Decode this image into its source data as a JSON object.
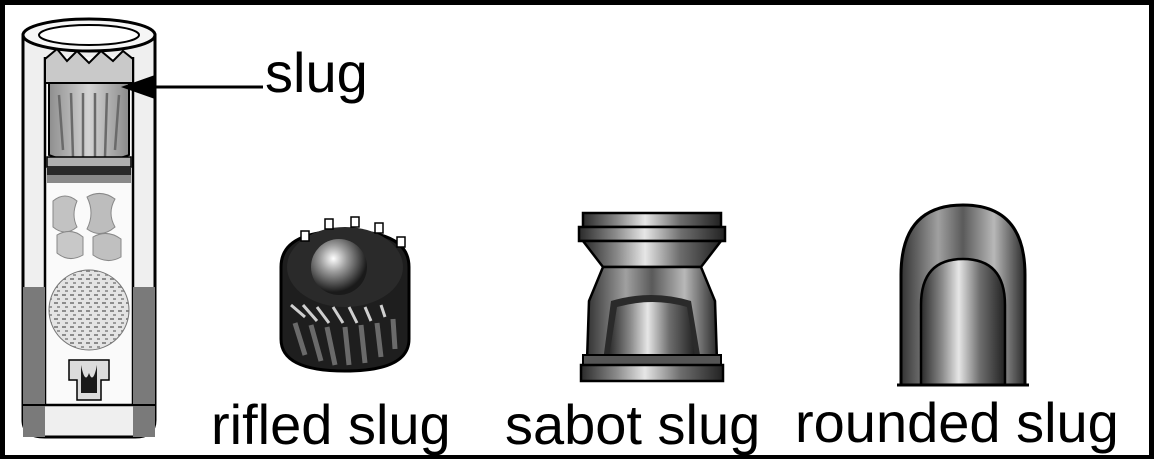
{
  "labels": {
    "slug": "slug",
    "rifled_slug": "rifled slug",
    "sabot_slug": "sabot slug",
    "rounded_slug": "rounded slug"
  },
  "colors": {
    "outline": "#000000",
    "background": "#ffffff",
    "light_gray": "#d9d9d9",
    "mid_gray": "#9a9a9a",
    "dark_gray": "#4a4a4a"
  }
}
